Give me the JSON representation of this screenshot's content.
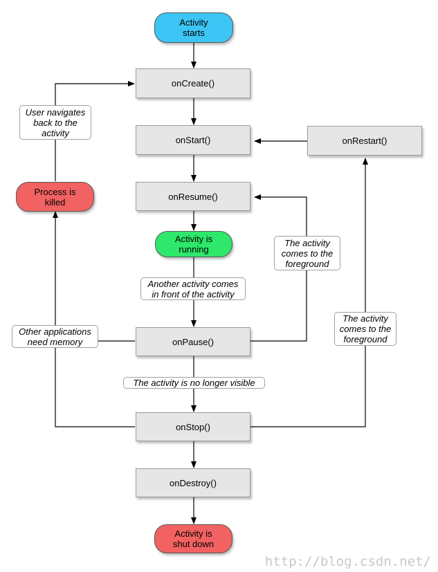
{
  "colors": {
    "blue": "#3cc5f5",
    "green": "#2ee86b",
    "red": "#f26262"
  },
  "nodes": {
    "activity_starts": "Activity\nstarts",
    "on_create": "onCreate()",
    "on_start": "onStart()",
    "on_restart": "onRestart()",
    "on_resume": "onResume()",
    "activity_running": "Activity is\nrunning",
    "on_pause": "onPause()",
    "on_stop": "onStop()",
    "on_destroy": "onDestroy()",
    "shut_down": "Activity is\nshut down",
    "process_killed": "Process is\nkilled"
  },
  "notes": {
    "user_navigates": "User navigates\nback to the\nactivity",
    "foreground_1": "The activity\ncomes to the\nforeground",
    "another_activity": "Another activity comes\nin front of the activity",
    "other_apps": "Other applications\nneed memory",
    "foreground_2": "The activity\ncomes to the\nforeground",
    "no_longer_visible": "The activity is no longer visible"
  },
  "watermark": "http://blog.csdn.net/"
}
